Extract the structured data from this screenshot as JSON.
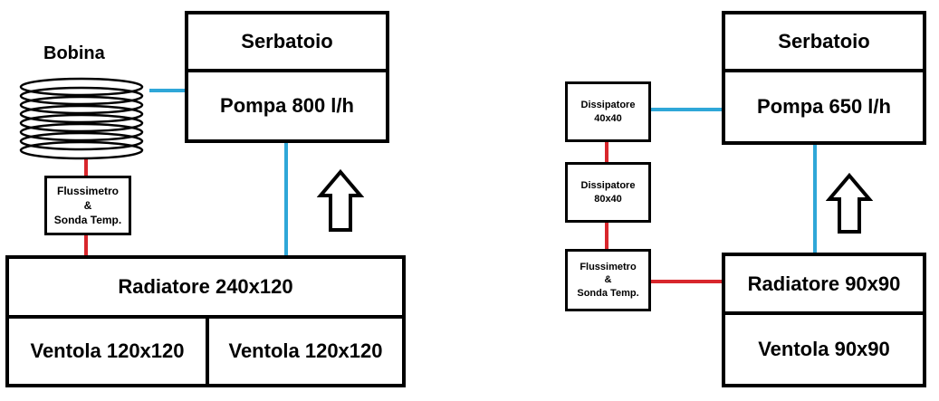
{
  "colors": {
    "blue_pipe": "#2fa7d8",
    "red_pipe": "#d8262c",
    "border": "#000000"
  },
  "left": {
    "bobina": "Bobina",
    "serbatoio": "Serbatoio",
    "pompa": "Pompa 800 l/h",
    "flussimetro": {
      "line1": "Flussimetro",
      "line2": "&",
      "line3": "Sonda Temp."
    },
    "radiatore": "Radiatore 240x120",
    "ventola_1": "Ventola 120x120",
    "ventola_2": "Ventola 120x120",
    "coil_icon": "coil-icon",
    "arrow_icon": "up-arrow-icon"
  },
  "right": {
    "serbatoio": "Serbatoio",
    "pompa": "Pompa 650 l/h",
    "dissipatore_40": {
      "line1": "Dissipatore",
      "line2": "40x40"
    },
    "dissipatore_80": {
      "line1": "Dissipatore",
      "line2": "80x40"
    },
    "flussimetro": {
      "line1": "Flussimetro",
      "line2": "&",
      "line3": "Sonda Temp."
    },
    "radiatore": "Radiatore 90x90",
    "ventola": "Ventola 90x90",
    "arrow_icon": "up-arrow-icon"
  }
}
